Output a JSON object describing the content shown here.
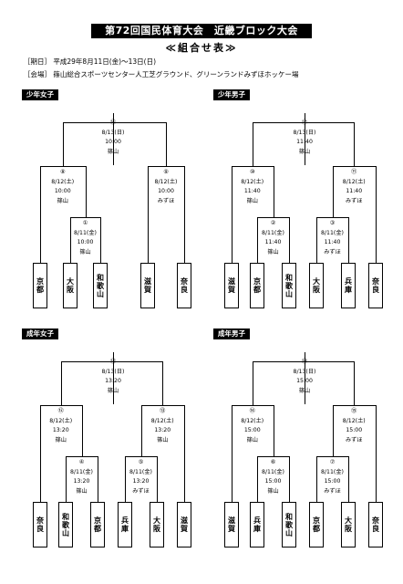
{
  "header": {
    "title": "第72回国民体育大会　近畿ブロック大会",
    "subtitle": "≪組合せ表≫",
    "period": "［期日］ 平成29年8月11日(金)～13日(日)",
    "venue": "［会場］ 篠山総合スポーツセンター人工芝グラウンド、グリーンランドみずほホッケー場"
  },
  "brackets": [
    {
      "category": "少年女子",
      "teams": [
        "京都",
        "大阪",
        "和歌山",
        "滋賀",
        "奈良"
      ],
      "matches": {
        "final": {
          "no": "⑯",
          "date": "8/13(日)",
          "time": "10:00",
          "venue": "篠山"
        },
        "semi_l": {
          "no": "⑧",
          "date": "8/12(土)",
          "time": "10:00",
          "venue": "篠山"
        },
        "semi_r": {
          "no": "⑨",
          "date": "8/12(土)",
          "time": "10:00",
          "venue": "みずほ"
        },
        "first_l": {
          "no": "①",
          "date": "8/11(金)",
          "time": "10:00",
          "venue": "篠山"
        }
      }
    },
    {
      "category": "少年男子",
      "teams": [
        "滋賀",
        "京都",
        "和歌山",
        "大阪",
        "兵庫",
        "奈良"
      ],
      "matches": {
        "final": {
          "no": "⑰",
          "date": "8/13(日)",
          "time": "11:40",
          "venue": "篠山"
        },
        "semi_l": {
          "no": "⑩",
          "date": "8/12(土)",
          "time": "11:40",
          "venue": "篠山"
        },
        "semi_r": {
          "no": "⑪",
          "date": "8/12(土)",
          "time": "11:40",
          "venue": "みずほ"
        },
        "first_l": {
          "no": "②",
          "date": "8/11(金)",
          "time": "11:40",
          "venue": "篠山"
        },
        "first_r": {
          "no": "③",
          "date": "8/11(金)",
          "time": "11:40",
          "venue": "みずほ"
        }
      }
    },
    {
      "category": "成年女子",
      "teams": [
        "奈良",
        "和歌山",
        "京都",
        "兵庫",
        "大阪",
        "滋賀"
      ],
      "matches": {
        "final": {
          "no": "⑱",
          "date": "8/13(日)",
          "time": "13:20",
          "venue": "篠山"
        },
        "semi_l": {
          "no": "⑫",
          "date": "8/12(土)",
          "time": "13:20",
          "venue": "篠山"
        },
        "semi_r": {
          "no": "⑬",
          "date": "8/12(土)",
          "time": "13:20",
          "venue": "篠山"
        },
        "first_l": {
          "no": "④",
          "date": "8/11(金)",
          "time": "13:20",
          "venue": "篠山"
        },
        "first_r": {
          "no": "⑤",
          "date": "8/11(金)",
          "time": "13:20",
          "venue": "みずほ"
        }
      }
    },
    {
      "category": "成年男子",
      "teams": [
        "滋賀",
        "兵庫",
        "和歌山",
        "京都",
        "大阪",
        "奈良"
      ],
      "matches": {
        "final": {
          "no": "⑲",
          "date": "8/13(日)",
          "time": "15:00",
          "venue": "篠山"
        },
        "semi_l": {
          "no": "⑭",
          "date": "8/12(土)",
          "time": "15:00",
          "venue": "篠山"
        },
        "semi_r": {
          "no": "⑮",
          "date": "8/12(土)",
          "time": "15:00",
          "venue": "みずほ"
        },
        "first_l": {
          "no": "⑥",
          "date": "8/11(金)",
          "time": "15:00",
          "venue": "篠山"
        },
        "first_r": {
          "no": "⑦",
          "date": "8/11(金)",
          "time": "15:00",
          "venue": "みずほ"
        }
      }
    }
  ]
}
